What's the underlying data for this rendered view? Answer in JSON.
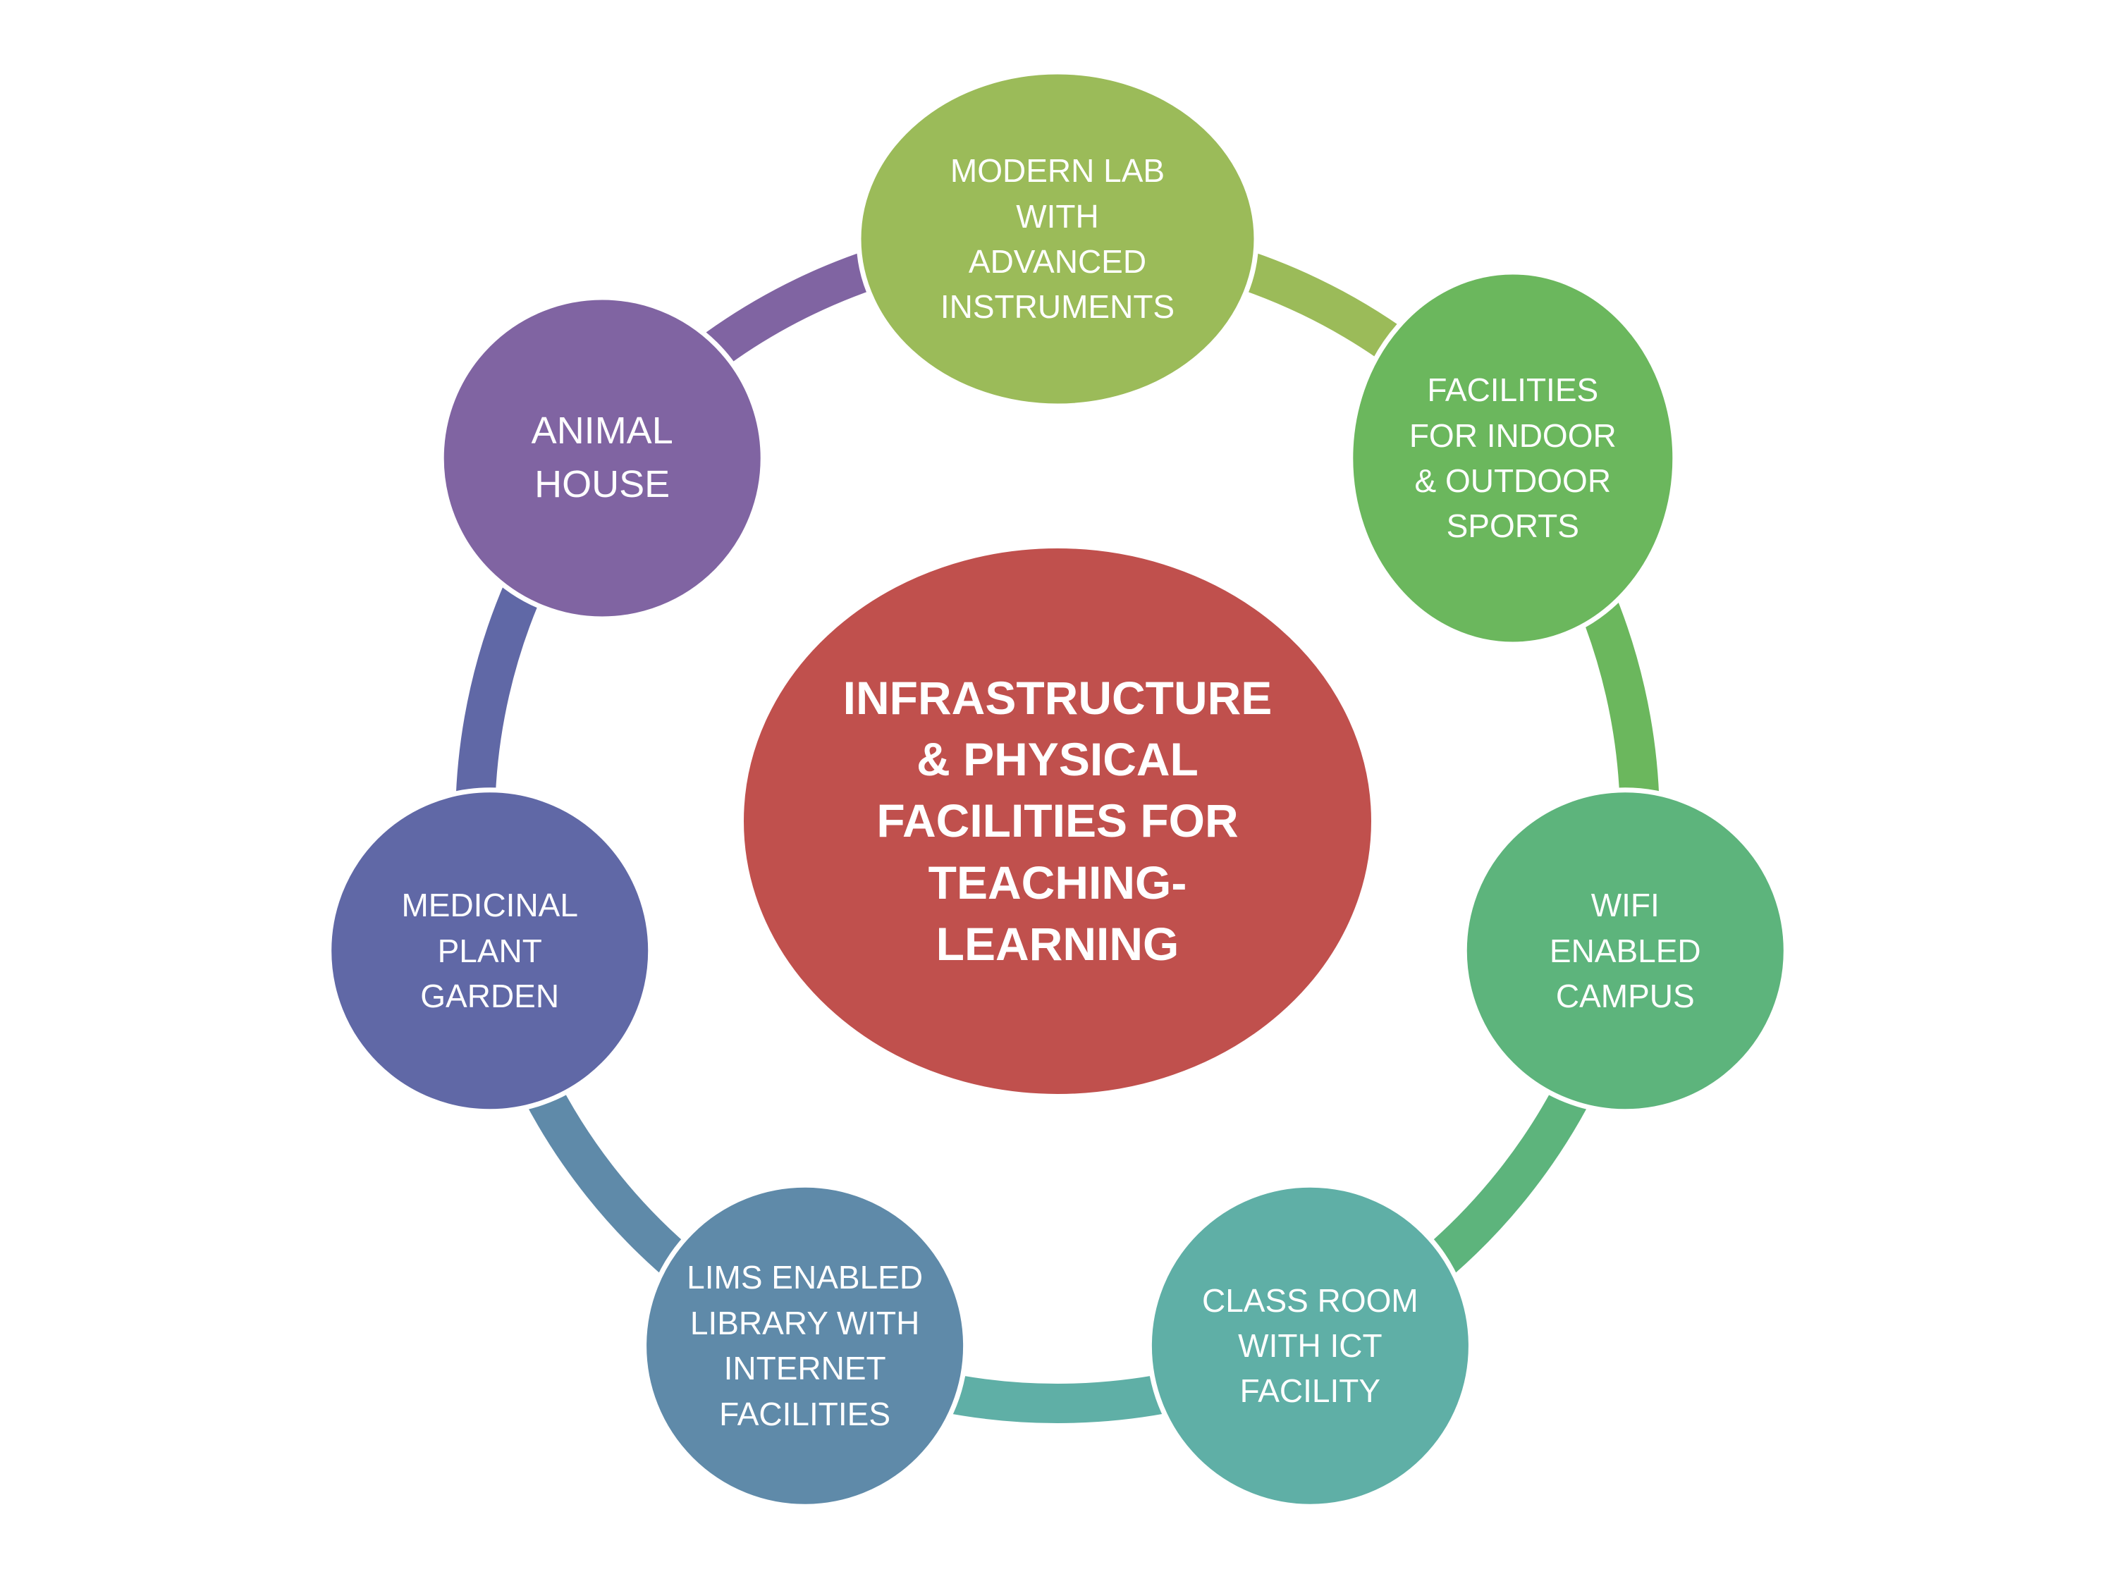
{
  "center": {
    "label": "INFRASTRUCTURE\n& PHYSICAL\nFACILITIES FOR\nTEACHING-\nLEARNING",
    "color": "#C0504D"
  },
  "nodes": [
    {
      "id": "modern-lab",
      "label": "MODERN LAB\nWITH\nADVANCED\nINSTRUMENTS",
      "color": "#9BBB59"
    },
    {
      "id": "sports",
      "label": "FACILITIES\nFOR INDOOR\n& OUTDOOR\nSPORTS",
      "color": "#6BB75D"
    },
    {
      "id": "wifi",
      "label": "WIFI\nENABLED\nCAMPUS",
      "color": "#5DB47C"
    },
    {
      "id": "classroom",
      "label": "CLASS ROOM\nWITH ICT\nFACILITY",
      "color": "#5FAFA6"
    },
    {
      "id": "library",
      "label": "LIMS ENABLED\nLIBRARY WITH\nINTERNET\nFACILITIES",
      "color": "#5F8AA9"
    },
    {
      "id": "garden",
      "label": "MEDICINAL\nPLANT\nGARDEN",
      "color": "#6068A6"
    },
    {
      "id": "animal-house",
      "label": "ANIMAL\nHOUSE",
      "color": "#8064A2"
    }
  ],
  "connectors": [
    {
      "from": "modern-lab",
      "to": "sports",
      "color": "#9BBB59"
    },
    {
      "from": "sports",
      "to": "wifi",
      "color": "#6BB75D"
    },
    {
      "from": "wifi",
      "to": "classroom",
      "color": "#5DB47C"
    },
    {
      "from": "classroom",
      "to": "library",
      "color": "#5FAFA6"
    },
    {
      "from": "library",
      "to": "garden",
      "color": "#5F8AA9"
    },
    {
      "from": "garden",
      "to": "animal-house",
      "color": "#6068A6"
    },
    {
      "from": "animal-house",
      "to": "modern-lab",
      "color": "#8064A2"
    }
  ]
}
